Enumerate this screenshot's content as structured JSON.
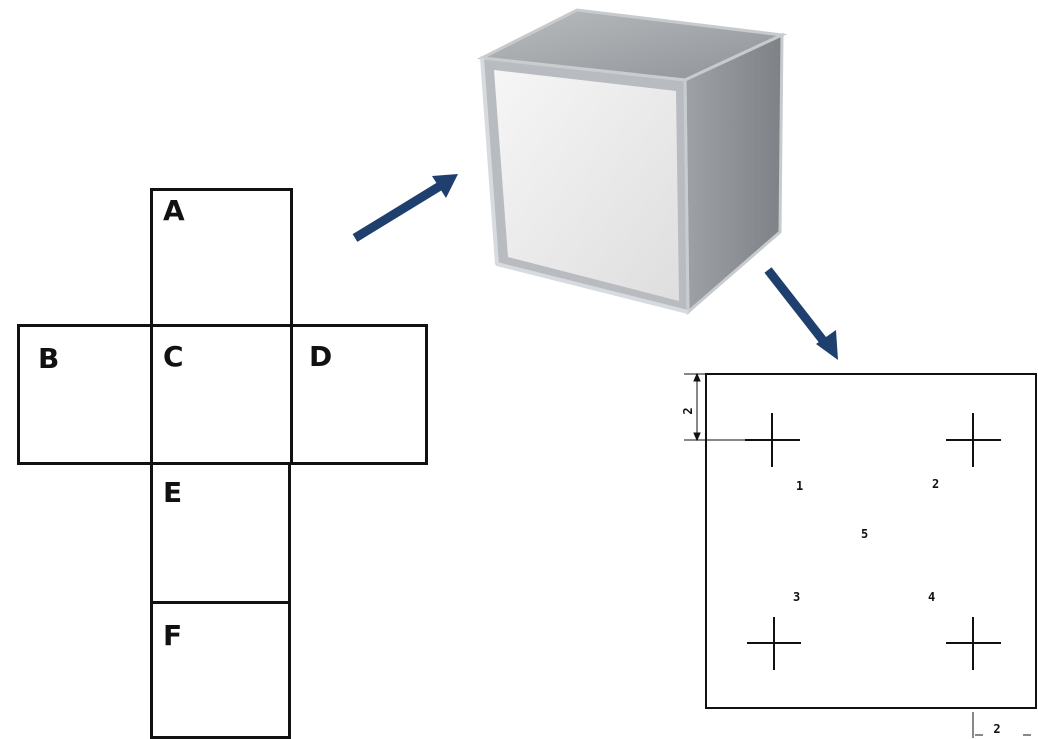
{
  "net": {
    "faces": [
      {
        "id": "A",
        "label": "A"
      },
      {
        "id": "B",
        "label": "B"
      },
      {
        "id": "C",
        "label": "C"
      },
      {
        "id": "D",
        "label": "D"
      },
      {
        "id": "E",
        "label": "E"
      },
      {
        "id": "F",
        "label": "F"
      }
    ]
  },
  "cube": {
    "frame_color": "#9aa0a6",
    "panel_color": "#eeeeee"
  },
  "arrows": {
    "color": "#1f3f6f"
  },
  "panel": {
    "hole_labels": [
      "1",
      "2",
      "5",
      "3",
      "4"
    ],
    "dimension_vertical": "2",
    "dimension_horizontal": "2"
  }
}
